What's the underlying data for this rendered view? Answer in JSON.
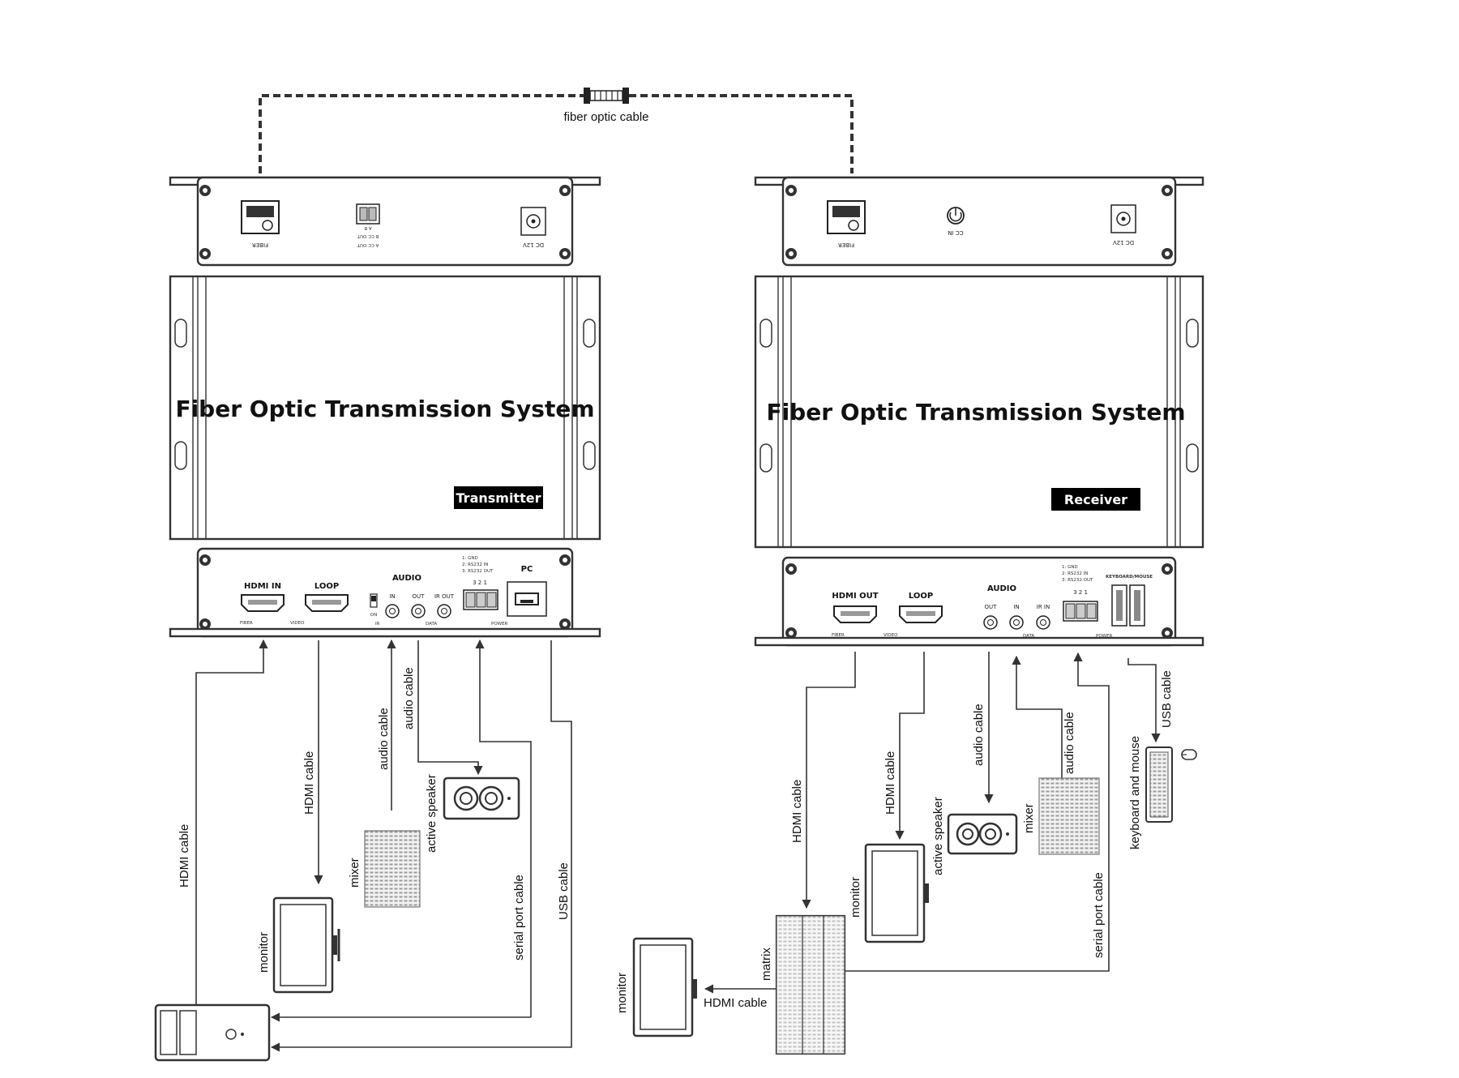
{
  "fiber_label": "fiber optic cable",
  "transmitter": {
    "title": "Fiber  Optic  Transmission  System",
    "badge": "Transmitter",
    "rear": {
      "fiber": "FIBER",
      "cc_out_a": "A CC OUT",
      "cc_out_b": "B CC OUT",
      "cc_ab": "A  B",
      "dc": "DC 12V"
    },
    "front": {
      "hdmi_in": "HDMI IN",
      "loop": "LOOP",
      "audio": "AUDIO",
      "in": "IN",
      "out": "OUT",
      "ir_out": "IR OUT",
      "pc": "PC",
      "on": "ON",
      "rs232_gnd": "1:  GND",
      "rs232_in": "2:  RS232 IN",
      "rs232_out": "3:  RS232 OUT",
      "pins": "3  2  1",
      "led_fiber": "FIBER",
      "led_video": "VIDEO",
      "led_ir": "IR",
      "led_data": "DATA",
      "led_power": "POWER"
    }
  },
  "receiver": {
    "title": "Fiber  Optic  Transmission  System",
    "badge": "Receiver",
    "rear": {
      "fiber": "FIBER",
      "cc_in": "CC IN",
      "dc": "DC 12V"
    },
    "front": {
      "hdmi_out": "HDMI OUT",
      "loop": "LOOP",
      "audio": "AUDIO",
      "out": "OUT",
      "in": "IN",
      "ir_in": "IR IN",
      "kbm": "KEYBOARD/MOUSE",
      "rs232_gnd": "1:  GND",
      "rs232_in": "2:  RS232 IN",
      "rs232_out": "3:  RS232 OUT",
      "pins": "3  2  1",
      "led_fiber": "FIBER",
      "led_video": "VIDEO",
      "led_data": "DATA",
      "led_power": "POWER"
    }
  },
  "tx_labels": {
    "hdmi_cable_1": "HDMI cable",
    "hdmi_cable_2": "HDMI cable",
    "audio_cable_1": "audio cable",
    "audio_cable_2": "audio cable",
    "serial": "serial port cable",
    "usb": "USB cable",
    "monitor": "monitor",
    "mixer": "mixer",
    "speaker": "active speaker"
  },
  "rx_labels": {
    "hdmi_cable_1": "HDMI cable",
    "hdmi_cable_2": "HDMI cable",
    "hdmi_cable_3": "HDMI cable",
    "audio_cable_1": "audio cable",
    "audio_cable_2": "audio cable",
    "serial": "serial port cable",
    "usb": "USB cable",
    "monitor_1": "monitor",
    "monitor_2": "monitor",
    "matrix": "matrix",
    "mixer": "mixer",
    "speaker": "active speaker",
    "kbm": "keyboard and mouse"
  }
}
